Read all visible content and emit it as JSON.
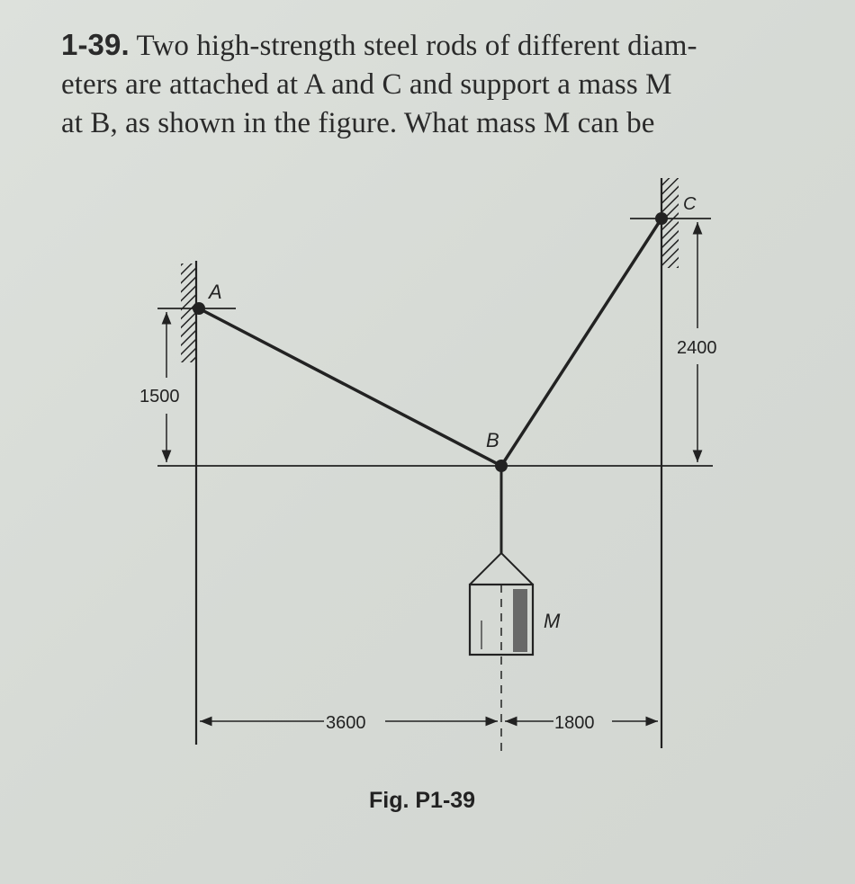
{
  "problem": {
    "number": "1-39.",
    "lines": [
      "Two high-strength steel rods of different diam-",
      "eters are attached at A and C and support a mass M",
      "at B, as shown in the figure. What mass M can be"
    ]
  },
  "figure": {
    "caption": "Fig. P1-39",
    "points": {
      "A": "A",
      "B": "B",
      "C": "C",
      "M": "M"
    },
    "dimensions": {
      "left_vertical": "1500",
      "right_vertical": "2400",
      "left_horizontal": "3600",
      "right_horizontal": "1800"
    },
    "colors": {
      "ink": "#222222",
      "background": "#d8dcd8"
    }
  }
}
